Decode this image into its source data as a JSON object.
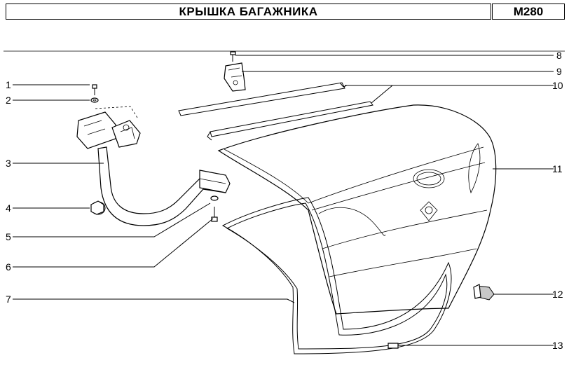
{
  "header": {
    "title": "КРЫШКА БАГАЖНИКА",
    "code": "M280"
  },
  "callouts": {
    "c1": "1",
    "c2": "2",
    "c3": "3",
    "c4": "4",
    "c5": "5",
    "c6": "6",
    "c7": "7",
    "c8": "8",
    "c9": "9",
    "c10": "10",
    "c11": "11",
    "c12": "12",
    "c13": "13"
  }
}
